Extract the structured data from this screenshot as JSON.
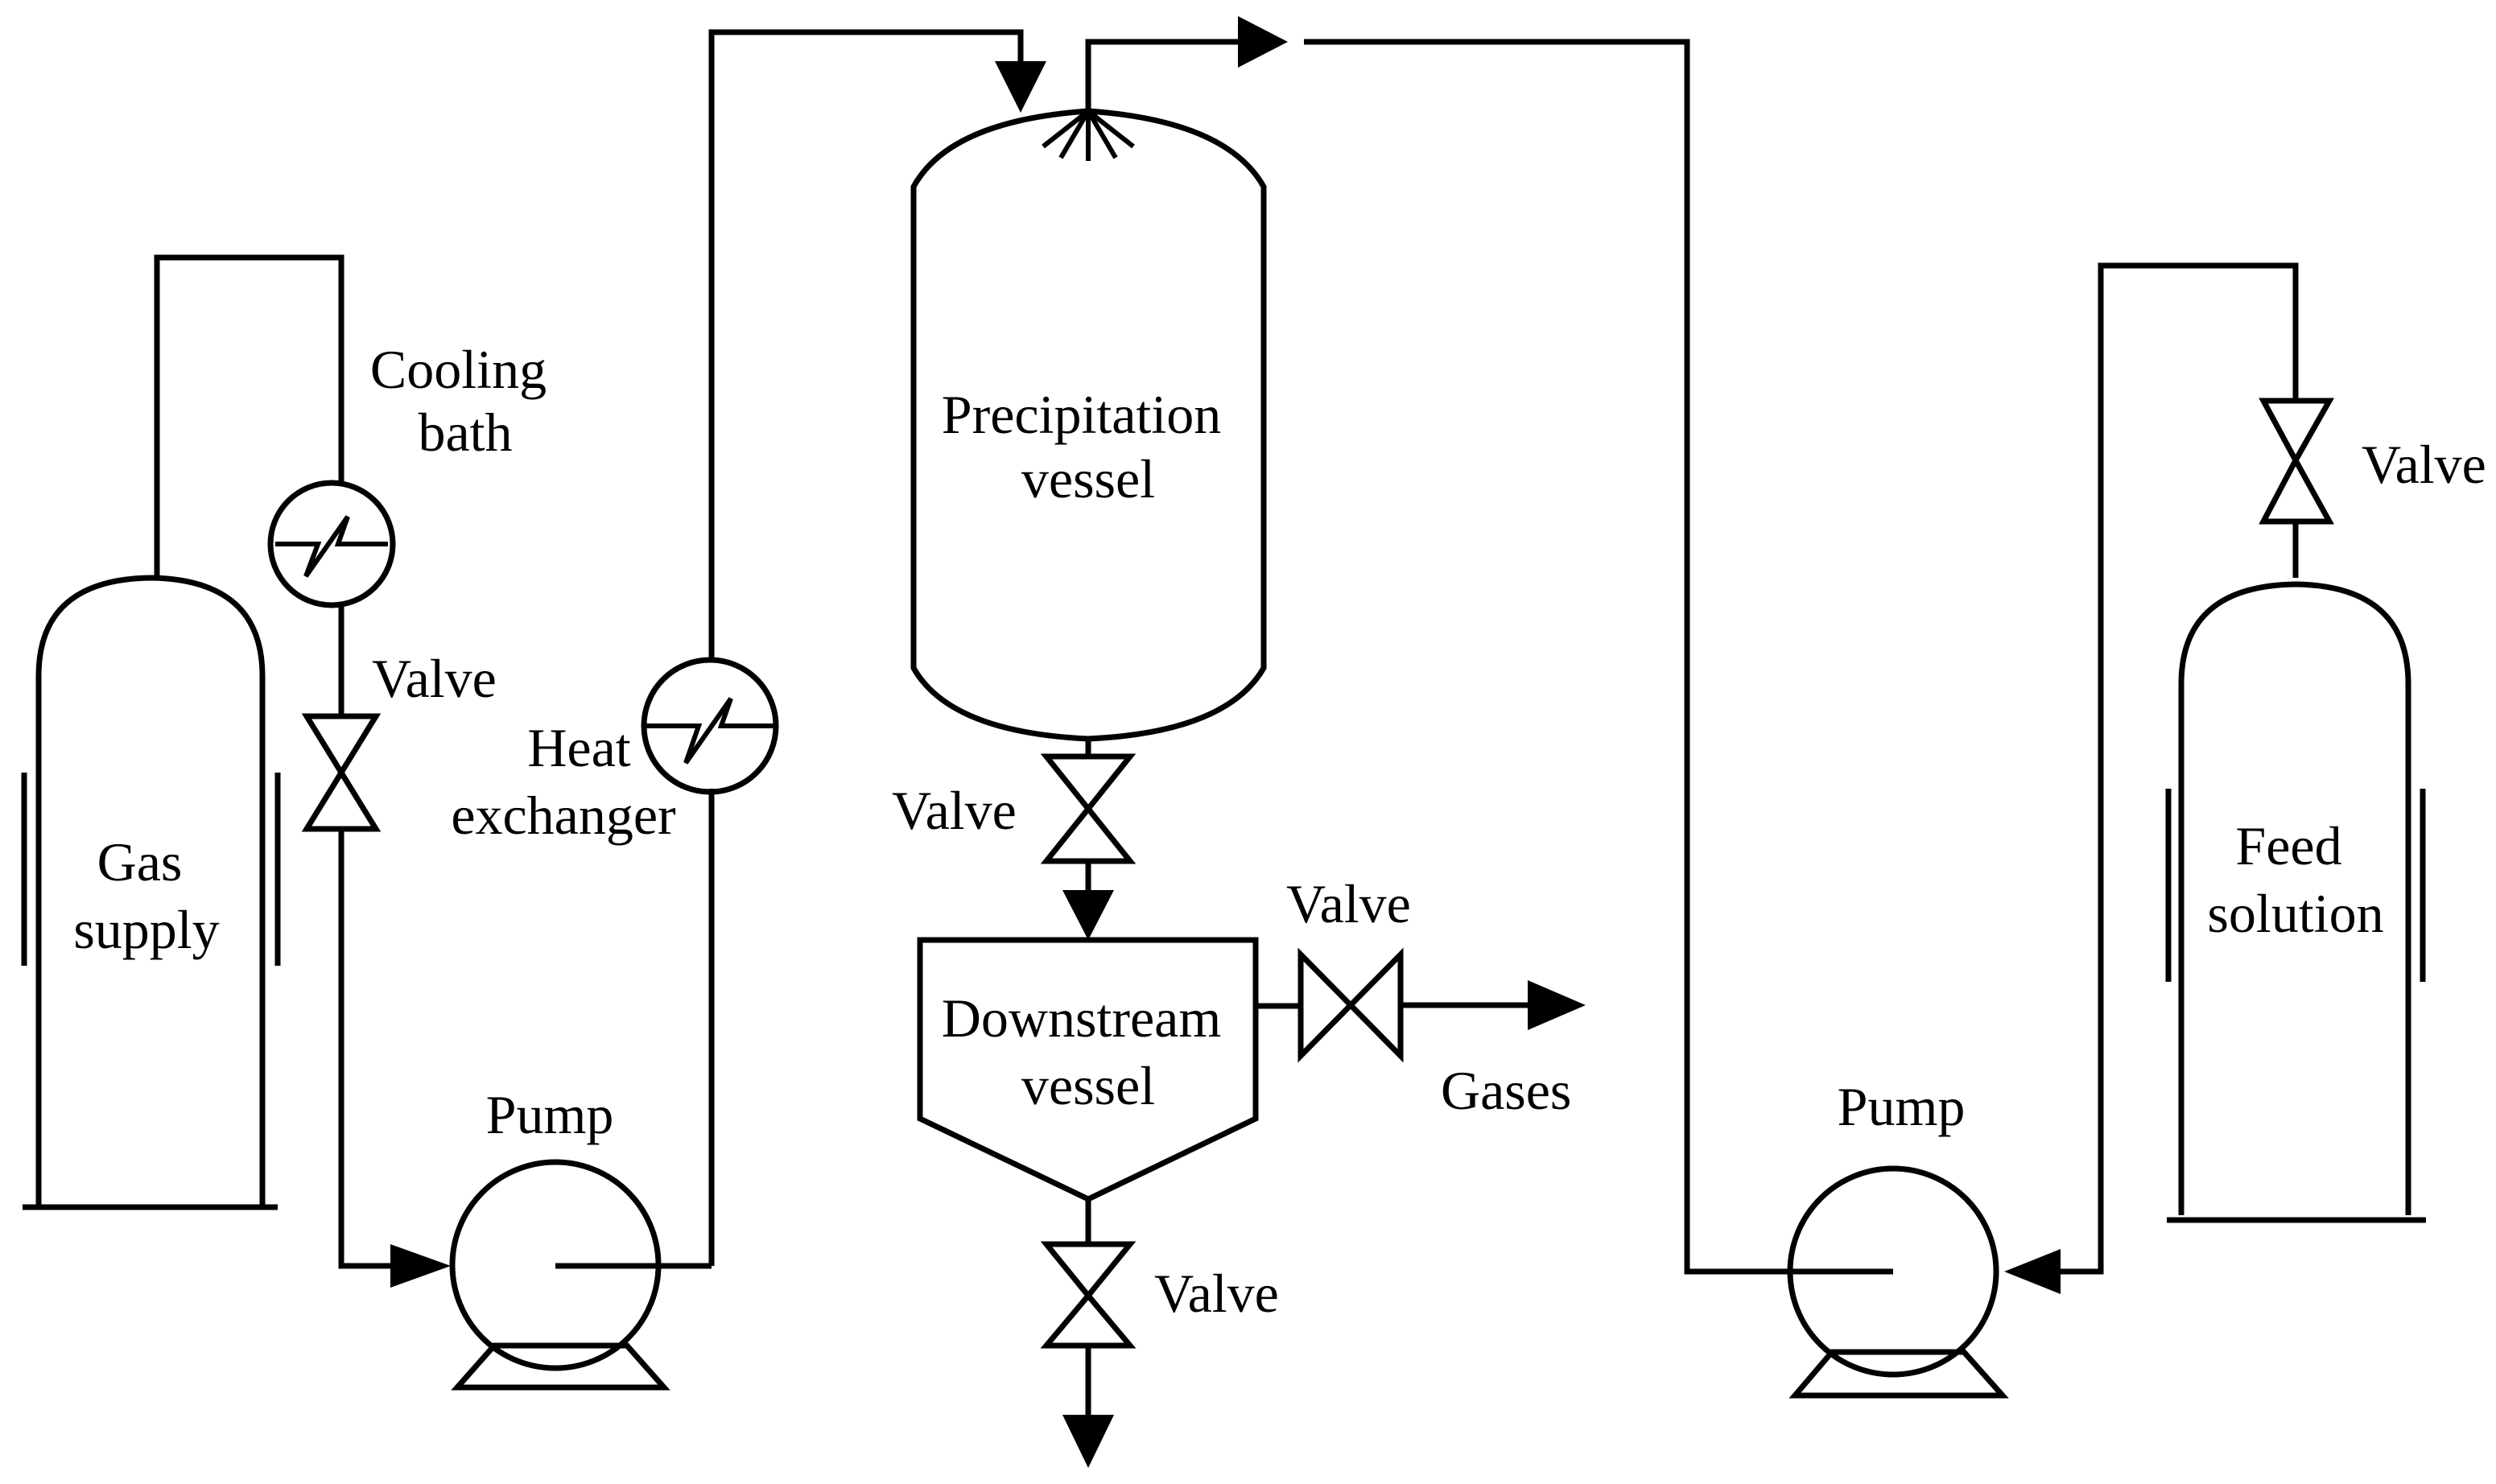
{
  "labels": {
    "gas_supply": [
      "Gas",
      "supply"
    ],
    "cooling_bath": [
      "Cooling",
      "bath"
    ],
    "valve_gas_line": "Valve",
    "heat_exchanger": [
      "Heat",
      "exchanger"
    ],
    "pump_left": "Pump",
    "precipitation_vessel": [
      "Precipitation",
      "vessel"
    ],
    "valve_precipitation_outlet": "Valve",
    "downstream_vessel": [
      "Downstream",
      "vessel"
    ],
    "valve_gas_vent": "Valve",
    "gases_outlet": "Gases",
    "valve_bottom_drain": "Valve",
    "valve_feed_line": "Valve",
    "feed_solution": [
      "Feed",
      "solution"
    ],
    "pump_right": "Pump"
  },
  "colors": {
    "line": "#000000",
    "background": "#ffffff"
  }
}
